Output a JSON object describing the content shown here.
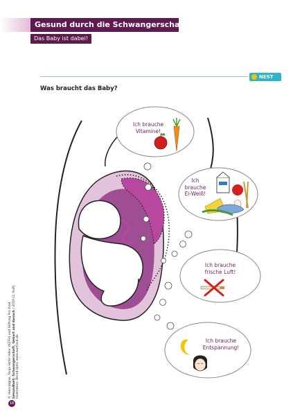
{
  "header": {
    "title": "Gesund durch die Schwangerschaft",
    "subtitle": "Das Baby ist dabei!"
  },
  "logo": {
    "name": "NEST",
    "icon": "nest-logo-icon"
  },
  "question": "Was braucht das Baby?",
  "bubbles": [
    {
      "id": "vitamine",
      "lines": [
        "Ich brauche",
        "Vitamine!"
      ],
      "icons": [
        "apple-icon",
        "carrot-icon"
      ]
    },
    {
      "id": "eiweiss",
      "lines": [
        "Ich",
        "brauche",
        "Ei-Weiß!"
      ],
      "icons": [
        "milk-carton-icon",
        "egg-icon",
        "cheese-icon",
        "fish-icon",
        "grain-icon",
        "fruit-icon"
      ]
    },
    {
      "id": "luft",
      "lines": [
        "Ich brauche",
        "frische Luft!"
      ],
      "icons": [
        "no-smoking-icon"
      ]
    },
    {
      "id": "entspannung",
      "lines": [
        "Ich brauche",
        "Entspannung!"
      ],
      "icons": [
        "moon-icon",
        "sleeping-woman-icon"
      ]
    }
  ],
  "credit": {
    "line1": "© Heimatglas, Tanja Hofer Hiller (NZFH) und Stiftung Pro Kind",
    "line2": "Gesundheit: Schwangerschaft, Geburt und danach",
    "line2b": "/ 2019 (2. Aufl)",
    "line3": "Illustration: Bernd Hahl, www.wortlaut.de"
  },
  "page_number": "18",
  "colors": {
    "header": "#5e1a4f",
    "uterus_light": "#e3c2dc",
    "uterus_mid": "#a04e93",
    "placenta": "#b8479f",
    "bubble_text": "#6b1f5d",
    "nest_blue": "#2fb3c8",
    "nest_yellow": "#f5c400"
  }
}
